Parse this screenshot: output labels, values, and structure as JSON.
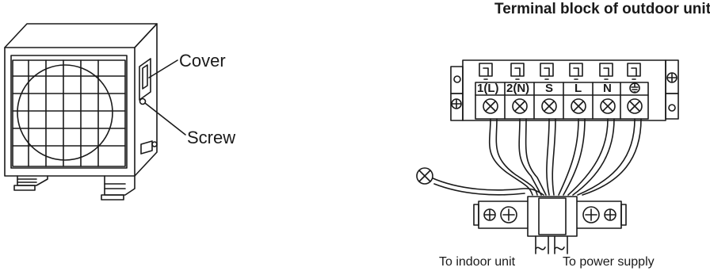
{
  "title": "Terminal block of outdoor unit",
  "outdoor_unit": {
    "cover_label": "Cover",
    "screw_label": "Screw"
  },
  "terminal_block": {
    "terminals": [
      "1(L)",
      "2(N)",
      "S",
      "L",
      "N",
      "⏚"
    ],
    "ground_symbol": "ground-icon"
  },
  "wires": {
    "to_indoor_label": "To indoor unit",
    "to_power_label": "To power supply"
  },
  "colors": {
    "line": "#1a1a1a",
    "background": "#ffffff"
  }
}
